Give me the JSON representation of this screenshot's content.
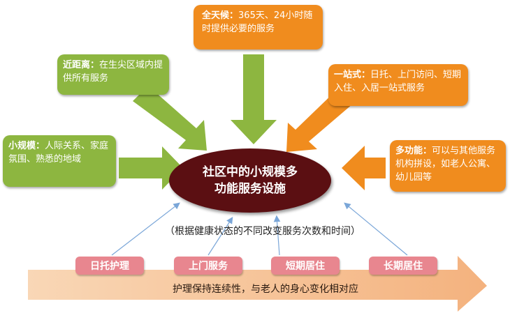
{
  "center": {
    "line1": "社区中的小规模多",
    "line2": "功能服务设施"
  },
  "boxes": {
    "small_scale": {
      "title": "小规模",
      "sep": "：",
      "text": "人际关系、家庭氛围、熟悉的地域"
    },
    "close_distance": {
      "title": "近距离",
      "sep": "：",
      "text": "在生尖区域内提供所有服务"
    },
    "all_weather": {
      "title": "全天候",
      "sep": "：",
      "text": "365天、24小时随时提供必要的服务"
    },
    "one_stop": {
      "title": "一站式",
      "sep": "：",
      "text": "日托、上门访问、短期入住、入居一站式服务"
    },
    "multi_function": {
      "title": "多功能",
      "sep": "：",
      "text": "可以与其他服务机构拼设，如老人公寓、幼儿园等"
    }
  },
  "note": "（根据健康状态的不同改变服务次数和时间）",
  "services": [
    "日托护理",
    "上门服务",
    "短期居住",
    "长期居住"
  ],
  "bottom_arrow_text": "护理保持连续性，与老人的身心变化相对应",
  "colors": {
    "green": "#8db640",
    "orange": "#f08c1e",
    "center": "#5b0f12",
    "pill": "#e8868f",
    "arrow": "#f8c9a0",
    "thin_arrow": "#7aa6d8"
  }
}
